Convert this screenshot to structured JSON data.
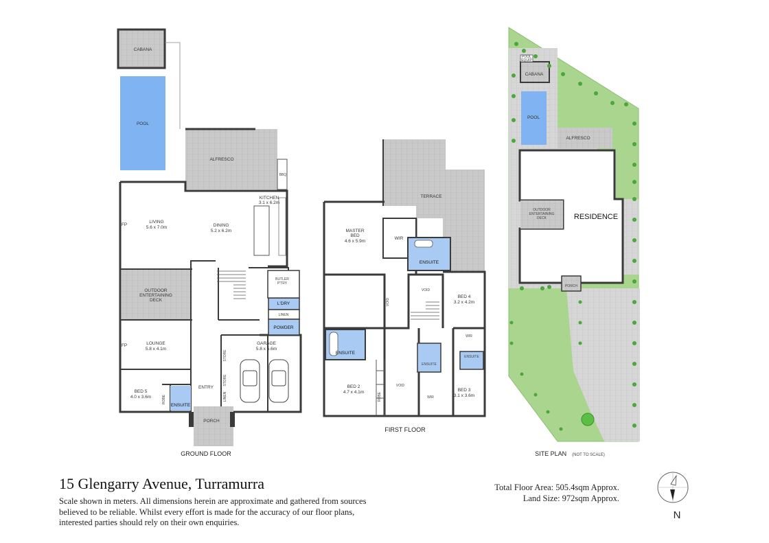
{
  "ground_floor": {
    "caption": "GROUND FLOOR",
    "rooms": {
      "cabana": "CABANA",
      "pool": "POOL",
      "alfresco": "ALFRESCO",
      "bbq": "BBQ",
      "kitchen": "KITCHEN",
      "kitchen_dim": "3.1 x 6.2m",
      "living": "LIVING",
      "living_dim": "5.6 x 7.0m",
      "dining": "DINING",
      "dining_dim": "5.2 x 6.2m",
      "outdoor_deck_1": "OUTDOOR",
      "outdoor_deck_2": "ENTERTAINING",
      "outdoor_deck_3": "DECK",
      "butler_1": "BUTLER",
      "butler_2": "P'TRY",
      "laundry": "L'DRY",
      "linen": "LINEN",
      "powder": "POWDER",
      "lounge": "LOUNGE",
      "lounge_dim": "5.8 x 4.1m",
      "garage": "GARAGE",
      "garage_dim": "5.8 x 5.6m",
      "store_1": "STORE",
      "store_2": "STORE",
      "linen_2": "LINEN",
      "bed5": "BED 5",
      "bed5_dim": "4.0 x 3.6m",
      "robe": "ROBE",
      "ensuite": "ENSUITE",
      "entry": "ENTRY",
      "porch": "PORCH",
      "fp": "FP",
      "fp2": "FP"
    }
  },
  "first_floor": {
    "caption": "FIRST FLOOR",
    "rooms": {
      "terrace": "TERRACE",
      "master_1": "MASTER",
      "master_2": "BED",
      "master_dim": "4.6 x 5.9m",
      "wir": "WIR",
      "ensuite": "ENSUITE",
      "void_1": "VOID",
      "void_2": "VOID",
      "void_3": "VOID",
      "bed4": "BED 4",
      "bed4_dim": "3.2 x 4.2m",
      "wir_2": "WIR",
      "ensuite_2": "ENSUITE",
      "ensuite_3": "ENSUITE",
      "ensuite_4": "ENSUITE",
      "bed2": "BED 2",
      "bed2_dim": "4.7 x 4.1m",
      "robe": "ROBE",
      "bed3": "BED 3",
      "bed3_dim": "3.1 x 3.6m",
      "wir_3": "WIR"
    }
  },
  "site_plan": {
    "caption": "SITE PLAN",
    "caption_note": "(NOT TO SCALE)",
    "rooms": {
      "pool_equip_1": "POOL",
      "pool_equip_2": "EQUIP",
      "cabana": "CABANA",
      "pool": "POOL",
      "alfresco": "ALFRESCO",
      "outdoor_1": "OUTDOOR",
      "outdoor_2": "ENTERTAINING",
      "outdoor_3": "DECK",
      "residence": "RESIDENCE",
      "porch": "PORCH"
    }
  },
  "footer": {
    "title": "15 Glengarry Avenue, Turramurra",
    "disclaimer": "Scale shown in meters. All dimensions herein are approximate and gathered from sources believed to be reliable. Whilst every effort is made for the accuracy of our floor plans, interested parties should rely on their own enquiries.",
    "total_floor_area": "Total Floor Area: 505.4sqm Approx.",
    "land_size": "Land Size: 972sqm Approx.",
    "north": "N"
  },
  "colors": {
    "wall": "#3a3a3a",
    "tile": "#c9c9c9",
    "tile_grid": "#b2b2b2",
    "pool": "#7fb3f2",
    "wet_area": "#a9cbf3",
    "lawn": "#a9d58e",
    "tree": "#4aa83a"
  }
}
